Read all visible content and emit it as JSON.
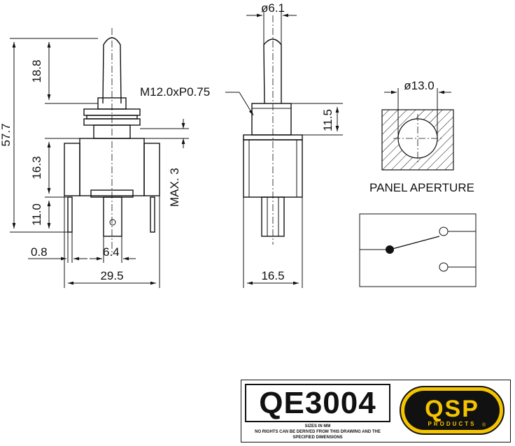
{
  "dimensions": {
    "stem_dia": "ø6.1",
    "lever_len": "18.8",
    "overall_height": "57.7",
    "thread": "M12.0xP0.75",
    "bushing_len": "11.5",
    "body_height": "16.3",
    "terminal_len": "11.0",
    "max_panel": "MAX. 3",
    "terminal_thick": "0.8",
    "terminal_width": "6.4",
    "body_width": "29.5",
    "body_depth": "16.5",
    "aperture_dia": "ø13.0"
  },
  "labels": {
    "panel_aperture": "PANEL APERTURE"
  },
  "title_block": {
    "part_number": "QE3004",
    "note_line1": "SIZES IN MM",
    "note_line2": "NO RIGHTS CAN BE DERIVED FROM THIS DRAWING AND THE",
    "note_line3": "SPECIFIED DIMENSIONS",
    "logo_text": "QSP",
    "logo_subtext": "PRODUCTS",
    "logo_trademark": "®"
  },
  "colors": {
    "line": "#111111",
    "logo_black": "#111111",
    "logo_yellow": "#f5c400"
  }
}
